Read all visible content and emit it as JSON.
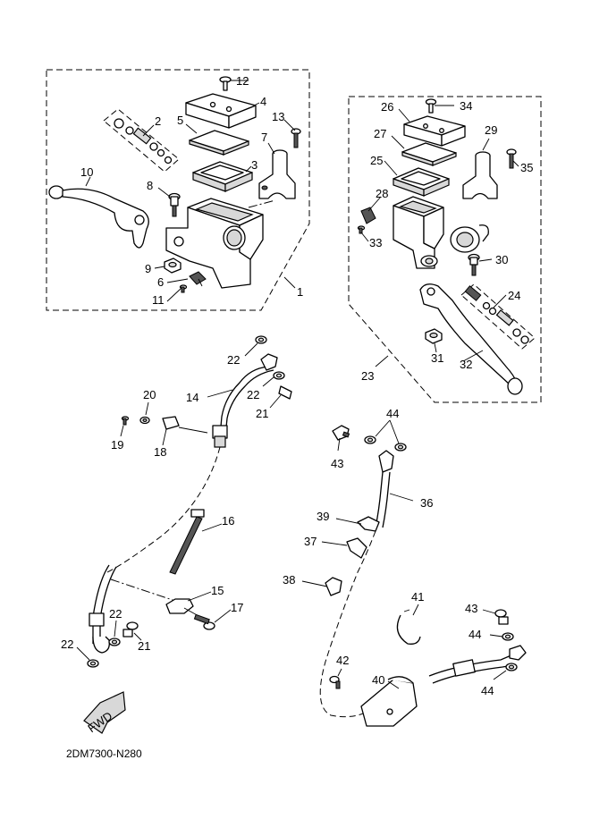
{
  "diagram": {
    "code": "2DM7300-N280",
    "fwd_label": "FWD",
    "callouts": [
      {
        "id": "c12",
        "num": "12"
      },
      {
        "id": "c4",
        "num": "4"
      },
      {
        "id": "c13",
        "num": "13"
      },
      {
        "id": "c2",
        "num": "2"
      },
      {
        "id": "c5",
        "num": "5"
      },
      {
        "id": "c7",
        "num": "7"
      },
      {
        "id": "c3",
        "num": "3"
      },
      {
        "id": "c10",
        "num": "10"
      },
      {
        "id": "c8",
        "num": "8"
      },
      {
        "id": "c9",
        "num": "9"
      },
      {
        "id": "c6",
        "num": "6"
      },
      {
        "id": "c11",
        "num": "11"
      },
      {
        "id": "c1",
        "num": "1"
      },
      {
        "id": "c26",
        "num": "26"
      },
      {
        "id": "c34",
        "num": "34"
      },
      {
        "id": "c27",
        "num": "27"
      },
      {
        "id": "c29",
        "num": "29"
      },
      {
        "id": "c25",
        "num": "25"
      },
      {
        "id": "c35",
        "num": "35"
      },
      {
        "id": "c28",
        "num": "28"
      },
      {
        "id": "c33",
        "num": "33"
      },
      {
        "id": "c30",
        "num": "30"
      },
      {
        "id": "c24",
        "num": "24"
      },
      {
        "id": "c31",
        "num": "31"
      },
      {
        "id": "c32",
        "num": "32"
      },
      {
        "id": "c23",
        "num": "23"
      },
      {
        "id": "c22a",
        "num": "22"
      },
      {
        "id": "c14",
        "num": "14"
      },
      {
        "id": "c22b",
        "num": "22"
      },
      {
        "id": "c21a",
        "num": "21"
      },
      {
        "id": "c20",
        "num": "20"
      },
      {
        "id": "c19",
        "num": "19"
      },
      {
        "id": "c18",
        "num": "18"
      },
      {
        "id": "c16",
        "num": "16"
      },
      {
        "id": "c15",
        "num": "15"
      },
      {
        "id": "c17",
        "num": "17"
      },
      {
        "id": "c22c",
        "num": "22"
      },
      {
        "id": "c21b",
        "num": "21"
      },
      {
        "id": "c22d",
        "num": "22"
      },
      {
        "id": "c44a",
        "num": "44"
      },
      {
        "id": "c43a",
        "num": "43"
      },
      {
        "id": "c36",
        "num": "36"
      },
      {
        "id": "c39",
        "num": "39"
      },
      {
        "id": "c37",
        "num": "37"
      },
      {
        "id": "c38",
        "num": "38"
      },
      {
        "id": "c41",
        "num": "41"
      },
      {
        "id": "c43b",
        "num": "43"
      },
      {
        "id": "c44b",
        "num": "44"
      },
      {
        "id": "c42",
        "num": "42"
      },
      {
        "id": "c40",
        "num": "40"
      },
      {
        "id": "c44c",
        "num": "44"
      }
    ]
  }
}
